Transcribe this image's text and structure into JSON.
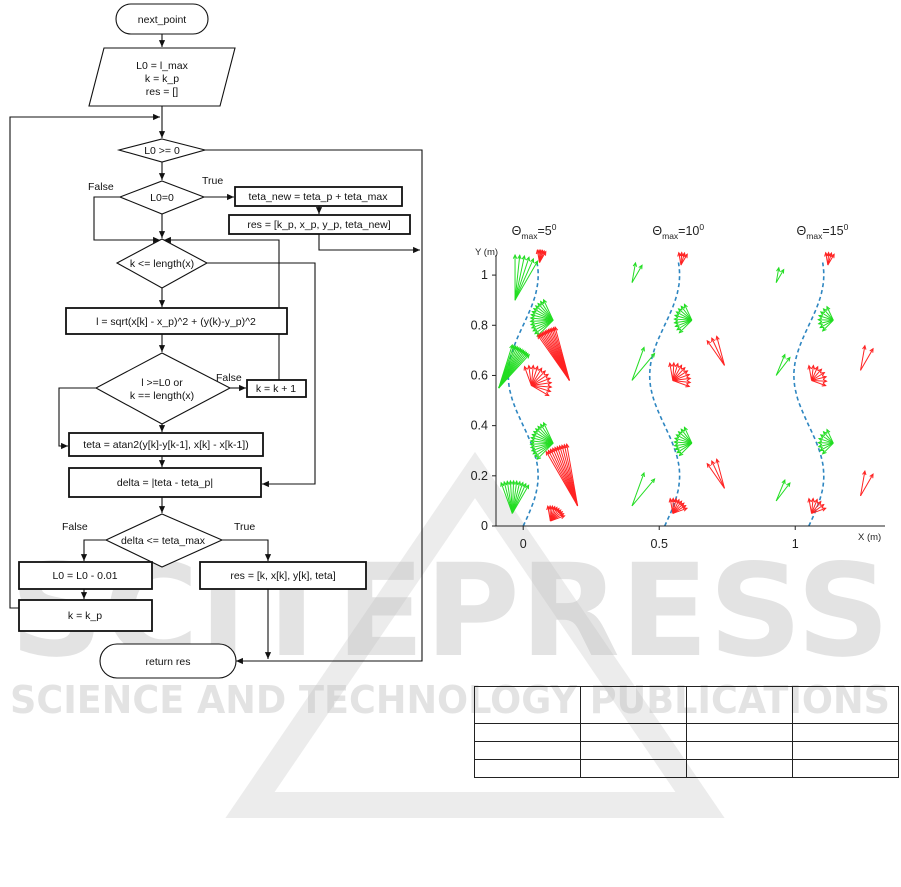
{
  "flowchart": {
    "start": "next_point",
    "init": [
      "L0 = l_max",
      "k = k_p",
      "res = []"
    ],
    "cond_l0_nonneg": "L0 >= 0",
    "cond_l0_zero": "L0=0",
    "teta_new": "teta_new = teta_p + teta_max",
    "res_new": "res = [k_p, x_p, y_p, teta_new]",
    "cond_k_len": "k <= length(x)",
    "calc_l": "l = sqrt(x[k] - x_p)^2 + (y(k)-y_p)^2",
    "cond_l_ge": [
      "l >=L0 or",
      "k == length(x)"
    ],
    "k_inc": "k = k + 1",
    "calc_teta": "teta = atan2(y[k]-y[k-1], x[k] - x[k-1])",
    "calc_delta": "delta = |teta - teta_p|",
    "cond_delta": "delta <= teta_max",
    "l0_dec": "L0 = L0 - 0.01",
    "res_assign": "res = [k, x[k], y[k], teta]",
    "k_reset": "k = k_p",
    "end": "return res",
    "labels": {
      "true": "True",
      "false": "False"
    }
  },
  "chart_data": {
    "type": "scatter",
    "title": "",
    "xlabel": "X (m)",
    "ylabel": "Y (m)",
    "xlim": [
      -0.1,
      1.33
    ],
    "ylim": [
      0,
      1.1
    ],
    "xticks": [
      0,
      0.5,
      1
    ],
    "xtick_labels": [
      "0",
      "0.5",
      "1"
    ],
    "yticks": [
      0,
      0.2,
      0.4,
      0.6,
      0.8,
      1
    ],
    "ytick_labels": [
      "0",
      "0.2",
      "0.4",
      "0.6",
      "0.8",
      "1"
    ],
    "panel_titles": [
      {
        "theta": "Θ",
        "sub": "max",
        "value": "=5",
        "sup": "0",
        "center_x": 0.04
      },
      {
        "theta": "Θ",
        "sub": "max",
        "value": "=10",
        "sup": "0",
        "center_x": 0.57
      },
      {
        "theta": "Θ",
        "sub": "max",
        "value": "=15",
        "sup": "0",
        "center_x": 1.1
      }
    ],
    "path": {
      "style": "dashed",
      "color": "#2e86c1",
      "x_offsets": [
        0,
        0.52,
        1.05
      ],
      "amplitude": 0.055,
      "period": 0.8
    },
    "arrow_groups": [
      {
        "color": "#22dd22",
        "x": -0.04,
        "y": 0.05,
        "dir": 85,
        "spread": 50,
        "count": 10,
        "len": 0.13
      },
      {
        "color": "#22dd22",
        "x": -0.09,
        "y": 0.55,
        "dir": 60,
        "spread": 25,
        "count": 12,
        "len": 0.18
      },
      {
        "color": "#22dd22",
        "x": -0.03,
        "y": 0.9,
        "dir": 75,
        "spread": 30,
        "count": 6,
        "len": 0.18
      },
      {
        "color": "#22dd22",
        "x": 0.11,
        "y": 0.82,
        "dir": 170,
        "spread": 110,
        "count": 14,
        "len": 0.09
      },
      {
        "color": "#22dd22",
        "x": 0.11,
        "y": 0.33,
        "dir": 170,
        "spread": 110,
        "count": 14,
        "len": 0.09
      },
      {
        "color": "#ff2222",
        "x": 0.1,
        "y": 0.02,
        "dir": 60,
        "spread": 80,
        "count": 10,
        "len": 0.06
      },
      {
        "color": "#ff2222",
        "x": 0.03,
        "y": 0.56,
        "dir": 40,
        "spread": 140,
        "count": 12,
        "len": 0.08
      },
      {
        "color": "#ff2222",
        "x": 0.17,
        "y": 0.58,
        "dir": 115,
        "spread": 20,
        "count": 12,
        "len": 0.22
      },
      {
        "color": "#ff2222",
        "x": 0.2,
        "y": 0.08,
        "dir": 110,
        "spread": 20,
        "count": 10,
        "len": 0.25
      },
      {
        "color": "#ff2222",
        "x": 0.06,
        "y": 1.05,
        "dir": 80,
        "spread": 40,
        "count": 6,
        "len": 0.05
      },
      {
        "color": "#22dd22",
        "x": 0.4,
        "y": 0.08,
        "dir": 60,
        "spread": 20,
        "count": 2,
        "len": 0.14
      },
      {
        "color": "#22dd22",
        "x": 0.4,
        "y": 0.58,
        "dir": 60,
        "spread": 20,
        "count": 2,
        "len": 0.14
      },
      {
        "color": "#22dd22",
        "x": 0.4,
        "y": 0.97,
        "dir": 70,
        "spread": 20,
        "count": 2,
        "len": 0.08
      },
      {
        "color": "#22dd22",
        "x": 0.62,
        "y": 0.82,
        "dir": 170,
        "spread": 110,
        "count": 10,
        "len": 0.07
      },
      {
        "color": "#22dd22",
        "x": 0.62,
        "y": 0.33,
        "dir": 170,
        "spread": 110,
        "count": 10,
        "len": 0.07
      },
      {
        "color": "#ff2222",
        "x": 0.55,
        "y": 0.58,
        "dir": 40,
        "spread": 120,
        "count": 10,
        "len": 0.07
      },
      {
        "color": "#ff2222",
        "x": 0.55,
        "y": 0.05,
        "dir": 60,
        "spread": 80,
        "count": 8,
        "len": 0.06
      },
      {
        "color": "#ff2222",
        "x": 0.74,
        "y": 0.15,
        "dir": 115,
        "spread": 20,
        "count": 3,
        "len": 0.12
      },
      {
        "color": "#ff2222",
        "x": 0.74,
        "y": 0.64,
        "dir": 115,
        "spread": 20,
        "count": 3,
        "len": 0.12
      },
      {
        "color": "#ff2222",
        "x": 0.58,
        "y": 1.04,
        "dir": 80,
        "spread": 40,
        "count": 4,
        "len": 0.05
      },
      {
        "color": "#22dd22",
        "x": 0.93,
        "y": 0.1,
        "dir": 60,
        "spread": 15,
        "count": 2,
        "len": 0.09
      },
      {
        "color": "#22dd22",
        "x": 0.93,
        "y": 0.6,
        "dir": 60,
        "spread": 15,
        "count": 2,
        "len": 0.09
      },
      {
        "color": "#22dd22",
        "x": 0.93,
        "y": 0.97,
        "dir": 70,
        "spread": 20,
        "count": 2,
        "len": 0.06
      },
      {
        "color": "#22dd22",
        "x": 1.14,
        "y": 0.82,
        "dir": 170,
        "spread": 110,
        "count": 8,
        "len": 0.06
      },
      {
        "color": "#22dd22",
        "x": 1.14,
        "y": 0.33,
        "dir": 170,
        "spread": 110,
        "count": 8,
        "len": 0.06
      },
      {
        "color": "#ff2222",
        "x": 1.06,
        "y": 0.58,
        "dir": 40,
        "spread": 120,
        "count": 8,
        "len": 0.06
      },
      {
        "color": "#ff2222",
        "x": 1.06,
        "y": 0.05,
        "dir": 60,
        "spread": 80,
        "count": 6,
        "len": 0.06
      },
      {
        "color": "#ff2222",
        "x": 1.24,
        "y": 0.12,
        "dir": 70,
        "spread": 20,
        "count": 2,
        "len": 0.1
      },
      {
        "color": "#ff2222",
        "x": 1.24,
        "y": 0.62,
        "dir": 70,
        "spread": 20,
        "count": 2,
        "len": 0.1
      },
      {
        "color": "#ff2222",
        "x": 1.12,
        "y": 1.04,
        "dir": 80,
        "spread": 40,
        "count": 4,
        "len": 0.05
      }
    ]
  },
  "table": {
    "rows": [
      [
        "",
        "",
        "",
        ""
      ],
      [
        "",
        "",
        "",
        ""
      ],
      [
        "",
        "",
        "",
        ""
      ],
      [
        "",
        "",
        "",
        ""
      ]
    ]
  },
  "watermark": {
    "main": "SCITEPRESS",
    "sub": "SCIENCE AND TECHNOLOGY PUBLICATIONS"
  }
}
